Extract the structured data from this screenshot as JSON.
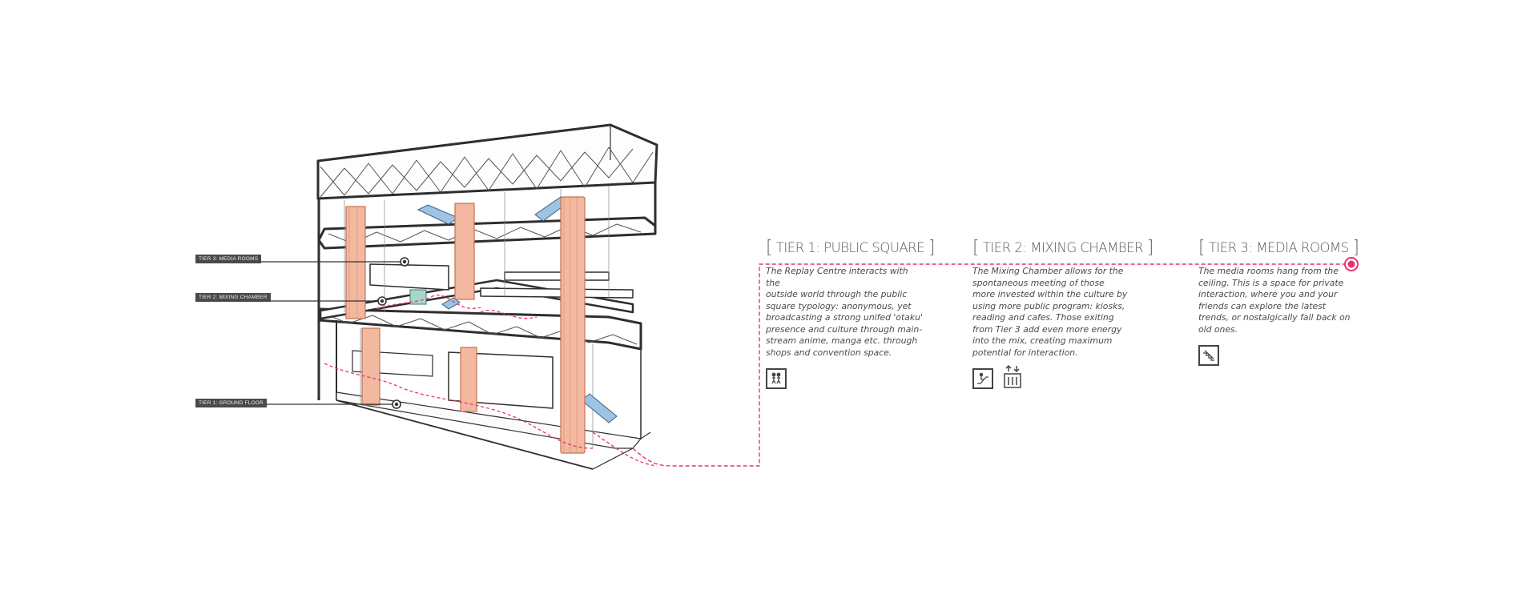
{
  "labels": {
    "tier3": "TIER 3: MEDIA ROOMS",
    "tier2": "TIER 2: MIXING CHAMBER",
    "tier1": "TIER 1: GROUND FLOOR"
  },
  "columns": [
    {
      "title": "TIER 1: PUBLIC SQUARE",
      "body": "The Replay Centre interacts with the\noutside world through the public\nsquare typology: anonymous, yet\nbroadcasting a strong unifed 'otaku'\npresence and culture through main-\nstream anime, manga etc. through\nshops and convention space.",
      "icons": [
        "people-icon"
      ]
    },
    {
      "title": "TIER 2: MIXING CHAMBER",
      "body": "The Mixing Chamber allows for the\nspontaneous meeting of those\nmore invested within the culture by\nusing more public program: kiosks,\nreading and cafes. Those exiting\nfrom Tier 3 add even  more energy\ninto the mix, creating maximum\npotential for interaction.",
      "icons": [
        "escalator-icon",
        "elevator-icon"
      ]
    },
    {
      "title": "TIER 3: MEDIA ROOMS",
      "body": "The media rooms hang from the\nceiling. This is a space for private\ninteraction, where you and your\nfriends can explore the latest\ntrends, or nostalgically fall back on\nold ones.",
      "icons": [
        "stairs-icon"
      ]
    }
  ],
  "colors": {
    "accent": "#e8336d",
    "column_fill": "#f2b9a0",
    "column_stroke": "#c8704f",
    "escalator_blue": "#9ec3e3",
    "room_teal": "#a9d6cc",
    "line": "#333333"
  }
}
